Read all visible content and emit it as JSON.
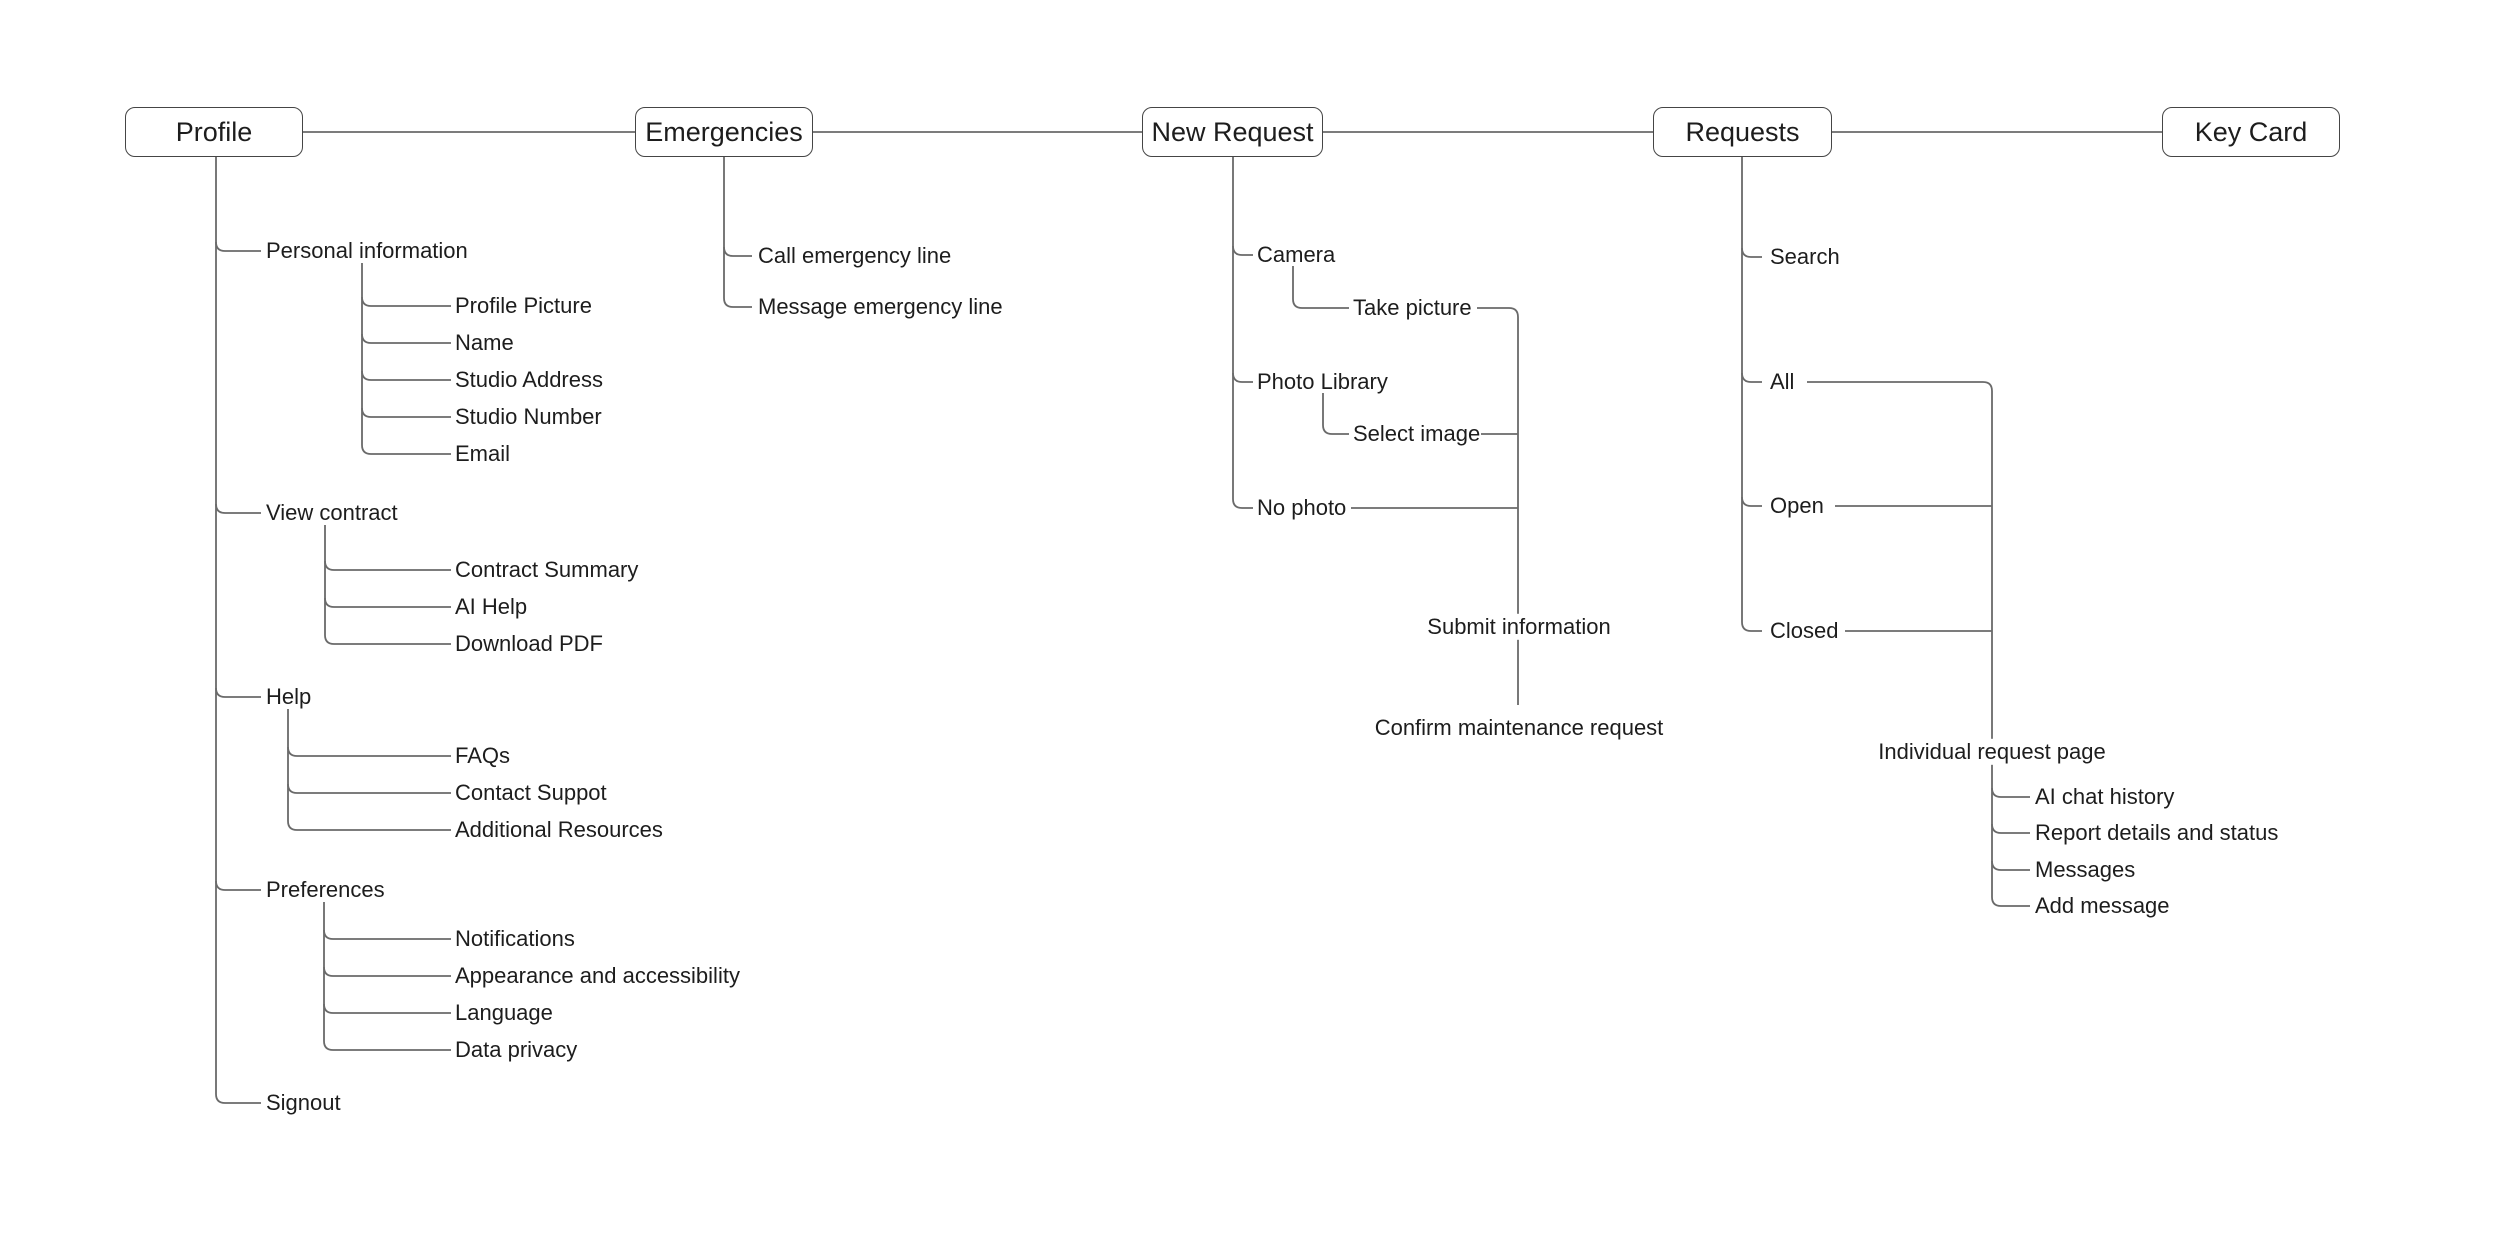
{
  "colors": {
    "background": "#ffffff",
    "line": "#6a6a6a",
    "box_border": "#454545",
    "text": "#1d1d1d"
  },
  "top_nav": [
    {
      "label": "Profile"
    },
    {
      "label": "Emergencies"
    },
    {
      "label": "New Request"
    },
    {
      "label": "Requests"
    },
    {
      "label": "Key Card"
    }
  ],
  "profile": {
    "sections": [
      {
        "label": "Personal information",
        "children": [
          "Profile Picture",
          "Name",
          "Studio Address",
          "Studio Number",
          "Email"
        ]
      },
      {
        "label": "View contract",
        "children": [
          "Contract Summary",
          "AI Help",
          "Download PDF"
        ]
      },
      {
        "label": "Help",
        "children": [
          "FAQs",
          "Contact Suppot",
          "Additional Resources"
        ]
      },
      {
        "label": "Preferences",
        "children": [
          "Notifications",
          "Appearance and accessibility",
          "Language",
          "Data privacy"
        ]
      },
      {
        "label": "Signout",
        "children": []
      }
    ]
  },
  "emergencies": {
    "children": [
      "Call emergency line",
      "Message emergency line"
    ]
  },
  "new_request": {
    "camera": "Camera",
    "take_picture": "Take picture",
    "photo_library": "Photo Library",
    "select_image": "Select image",
    "no_photo": "No photo",
    "submit": "Submit information",
    "confirm": "Confirm maintenance request"
  },
  "requests": {
    "filters": [
      "Search",
      "All",
      "Open",
      "Closed"
    ],
    "individual_page": {
      "label": "Individual request page",
      "children": [
        "AI chat history",
        "Report details and status",
        "Messages",
        "Add message"
      ]
    }
  }
}
